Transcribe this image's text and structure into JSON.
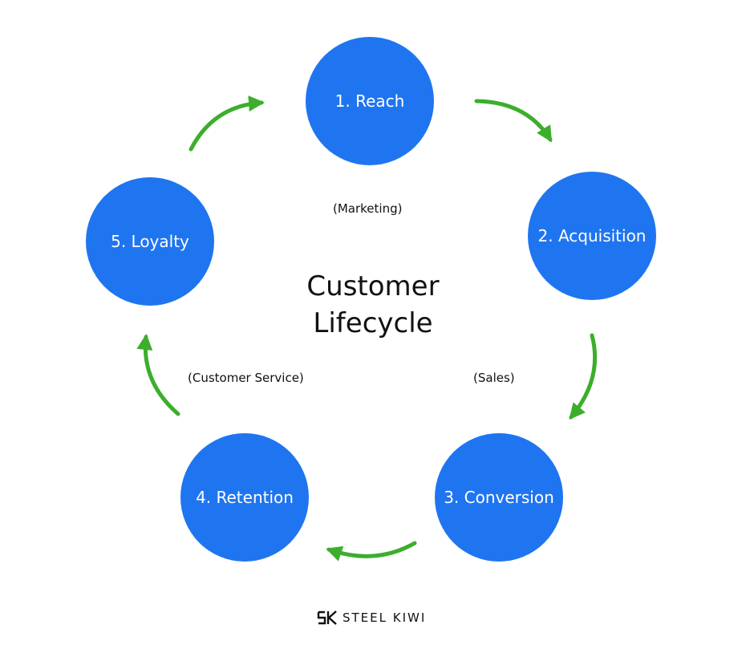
{
  "diagram": {
    "title": "Customer Lifecycle",
    "stages": [
      {
        "label": "1. Reach"
      },
      {
        "label": "2. Acquisition"
      },
      {
        "label": "3. Conversion"
      },
      {
        "label": "4. Retention"
      },
      {
        "label": "5. Loyalty"
      }
    ],
    "phases": {
      "marketing": "(Marketing)",
      "sales": "(Sales)",
      "service": "(Customer Service)"
    }
  },
  "brand": {
    "name": "STEEL KIWI",
    "mark": "SK"
  },
  "colors": {
    "circle": "#1f75f0",
    "arrow": "#3cae2c",
    "text": "#111111"
  }
}
